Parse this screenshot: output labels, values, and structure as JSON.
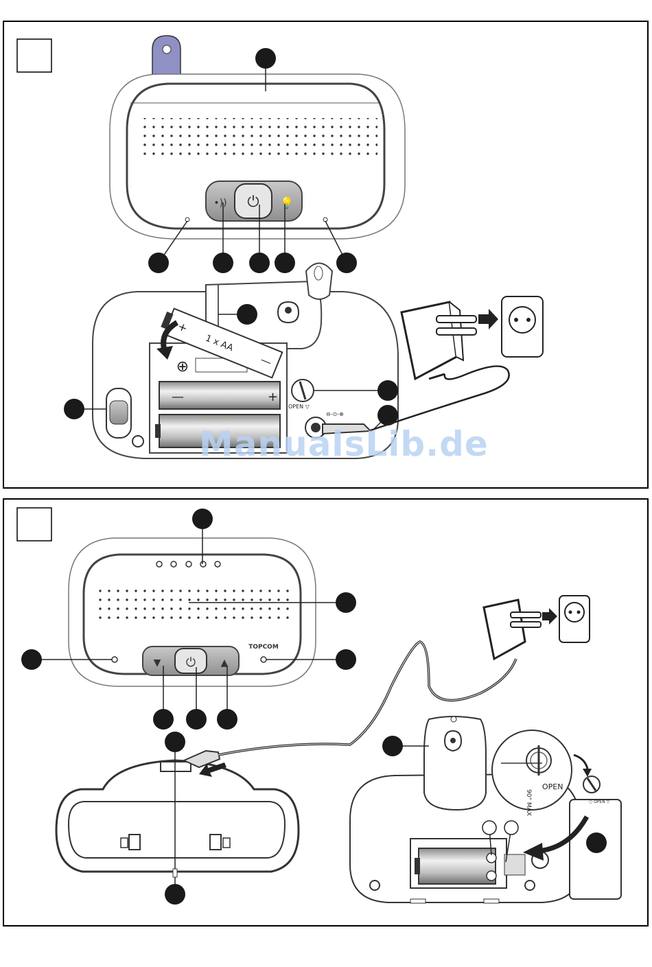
{
  "panel_a": {
    "battery_label": "1 x AA",
    "plus_sign": "+",
    "minus_sign": "—",
    "plus_circle": "⊕",
    "open_label": "OPEN ▽",
    "dc_symbol": "⊖-⊙-⊕"
  },
  "panel_b": {
    "brand": "TOPCOM",
    "open_label": "OPEN",
    "open_small": "○ OPEN ▽",
    "max_label": "90° MAX"
  },
  "watermark": "ManualsLib.de",
  "colors": {
    "callout": "#1a1a1a",
    "clip": "#8f90c4",
    "watermark": "#b9d3f3",
    "button_gray": "#a9a9a9"
  }
}
